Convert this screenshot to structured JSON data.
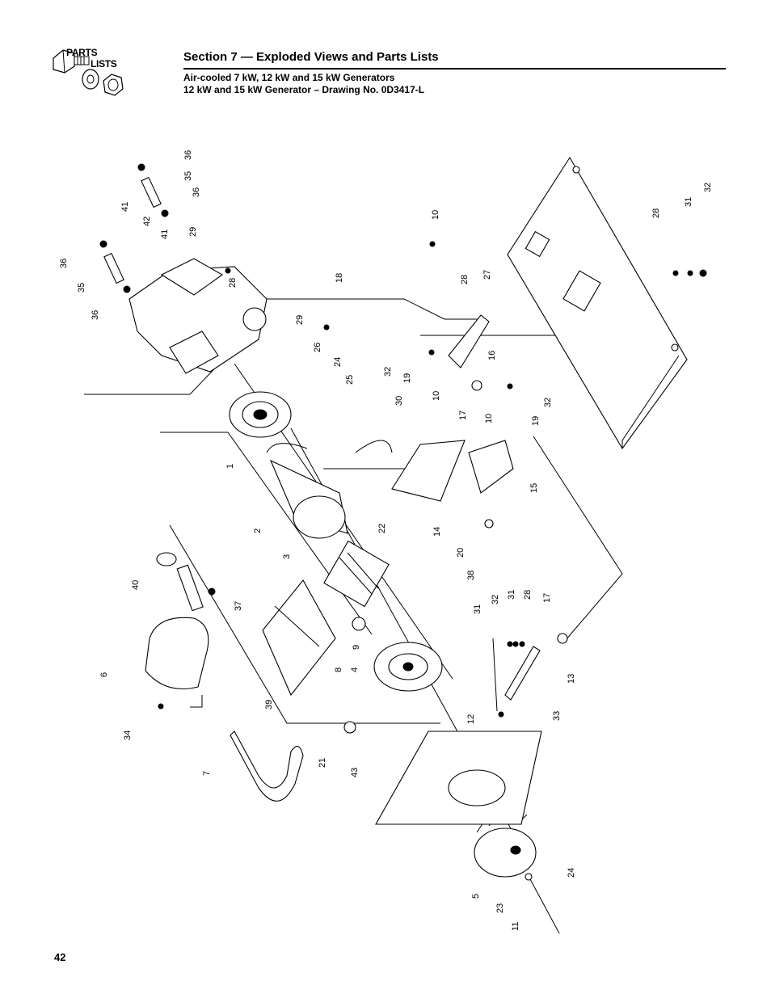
{
  "header": {
    "logo_line1": "PARTS",
    "logo_line2": "LISTS",
    "section_title": "Section 7 — Exploded Views and Parts Lists",
    "subtitle_1": "Air-cooled 7 kW, 12 kW and 15 kW Generators",
    "subtitle_2": "12 kW and 15 kW Generator – Drawing No. 0D3417-L"
  },
  "page_number": "42",
  "callouts": {
    "c1": "1",
    "c2": "2",
    "c3": "3",
    "c4": "4",
    "c5": "5",
    "c6": "6",
    "c7": "7",
    "c8": "8",
    "c9": "9",
    "c10a": "10",
    "c10b": "10",
    "c10c": "10",
    "c11": "11",
    "c12": "12",
    "c13": "13",
    "c14": "14",
    "c15": "15",
    "c16": "16",
    "c17a": "17",
    "c17b": "17",
    "c18": "18",
    "c19a": "19",
    "c19b": "19",
    "c20": "20",
    "c21": "21",
    "c22": "22",
    "c23": "23",
    "c24a": "24",
    "c24b": "24",
    "c25": "25",
    "c26": "26",
    "c27": "27",
    "c28a": "28",
    "c28b": "28",
    "c28c": "28",
    "c28d": "28",
    "c29a": "29",
    "c29b": "29",
    "c30": "30",
    "c31a": "31",
    "c31b": "31",
    "c31c": "31",
    "c32a": "32",
    "c32b": "32",
    "c32c": "32",
    "c32d": "32",
    "c33": "33",
    "c34": "34",
    "c35a": "35",
    "c35b": "35",
    "c36a": "36",
    "c36b": "36",
    "c36c": "36",
    "c36d": "36",
    "c37": "37",
    "c38": "38",
    "c39": "39",
    "c40": "40",
    "c41a": "41",
    "c41b": "41",
    "c42": "42",
    "c43": "43"
  }
}
